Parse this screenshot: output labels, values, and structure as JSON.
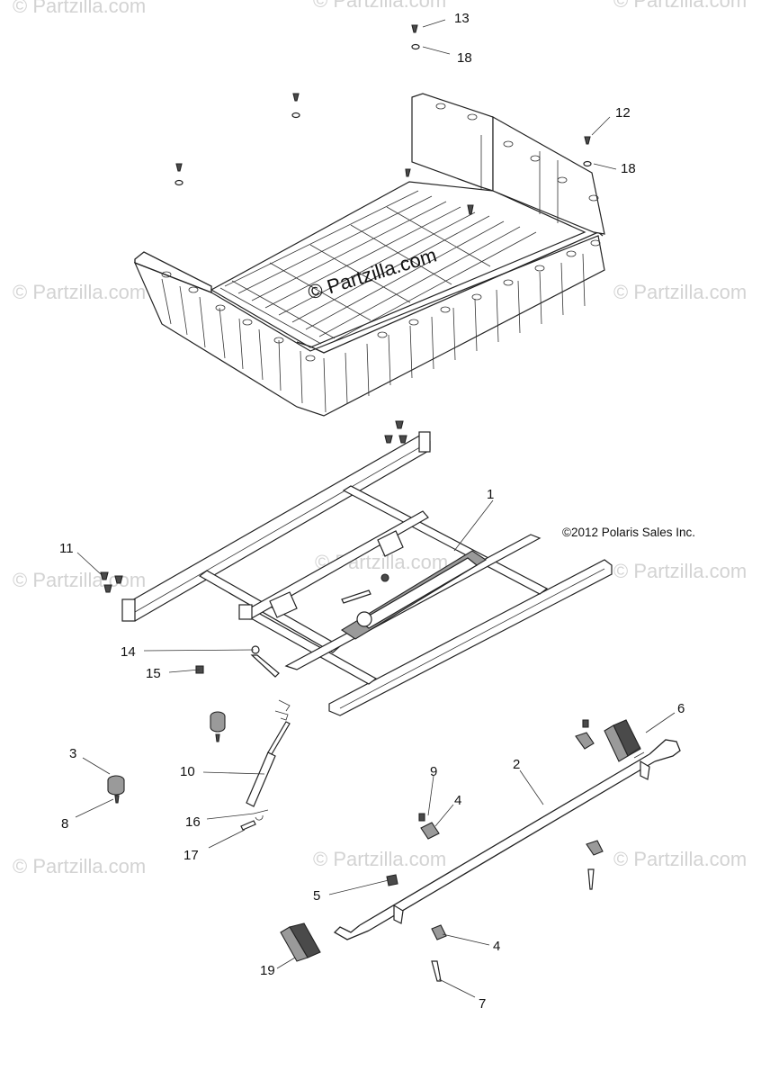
{
  "diagram": {
    "copyright": "©2012 Polaris Sales Inc.",
    "center_watermark": "© Partzilla.com",
    "edge_watermark": "© Partzilla.com",
    "callouts": [
      "13",
      "18",
      "12",
      "18",
      "1",
      "11",
      "14",
      "15",
      "6",
      "3",
      "10",
      "2",
      "9",
      "4",
      "8",
      "16",
      "17",
      "5",
      "4",
      "19",
      "7"
    ]
  }
}
